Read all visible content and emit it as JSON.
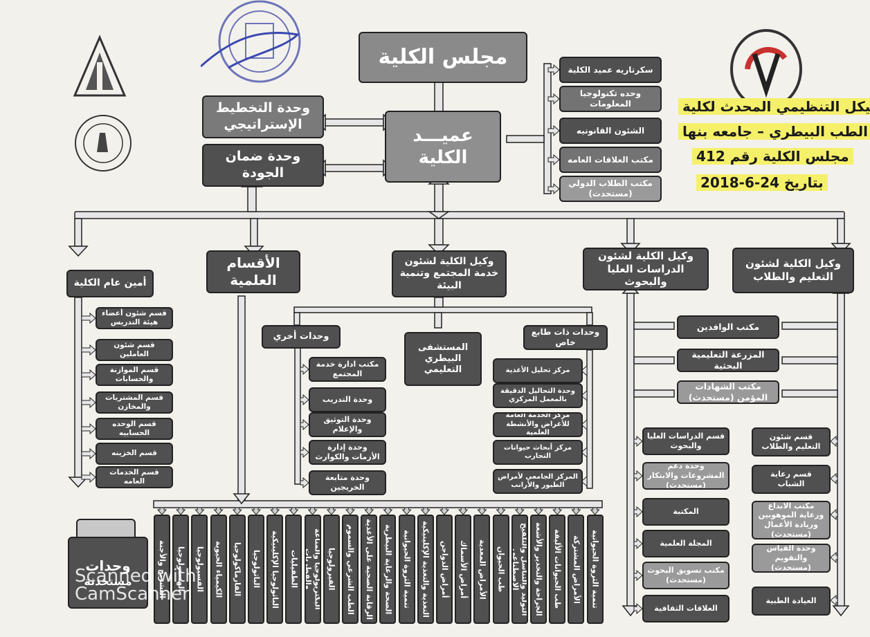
{
  "header": {
    "council": "مجلس الكلية",
    "dean": "عميـــد الكلية"
  },
  "title_block": {
    "line1": "الهيكل التنظيمي المحدث لكلية",
    "line2": "الطب البيطري – جامعه بنها",
    "line3": "مجلس الكلية رقم 412",
    "line4": "بتاريخ 24-6-2018"
  },
  "left_units": {
    "planning": "وحدة التخطيط الإستراتيجي",
    "quality": "وحدة ضمان الجودة"
  },
  "right_units": [
    "سكرتاريه عميد الكلية",
    "وحده تكنولوجيا المعلومات",
    "الشئون القانونيه",
    "مكتب العلاقات العامه",
    "مكتب الطلاب الدولي (مستحدث)"
  ],
  "branches": {
    "secretary": "أمين عام الكلية",
    "departments": "الأقسام العلمية",
    "community": "وكيل الكلية لشئون خدمة المجتمع وتنمية البيئة",
    "postgrad": "وكيل الكلية لشئون الدراسات العليا والبحوث",
    "education": "وكيل الكلية لشئون التعليم والطلاب"
  },
  "secretary_items": [
    "قسم شئون أعضاء هيئة التدريس",
    "قسم شئون العاملين",
    "قسم الموازنة والحسابات",
    "قسم المشتريات والمخازن",
    "قسم الوحده الحسابيه",
    "قسم الخزينه",
    "قسم الخدمات العامه"
  ],
  "community_sub": {
    "other_units": "وحدات أخري",
    "hospital": "المستشفى البيطري التعليمي",
    "special_units": "وحدات ذات طابع خاص"
  },
  "other_units_items": [
    "مكتب ادارة خدمة المجتمع",
    "وحدة التدريب",
    "وحدة التوثيق والإعلام",
    "وحدة إدارة الأزمات والكوارث",
    "وحدة متابعة الخريجين"
  ],
  "special_units_items": [
    "مركز تحليل الأغذية",
    "وحدة التحاليل الدقيقة بالمعمل المركزي",
    "مركز الخدمة العامة للأغراض والأنشطة العلمية",
    "مركز أبحاث حيوانات التجارب",
    "المركز الجامعي لأمراض الطيور والأرانب"
  ],
  "postgrad_top": [
    "مكتب الوافدين",
    "المزرعة التعليمية البحثية",
    "مكتب الشهادات المؤمن (مستحدث)"
  ],
  "postgrad_items": [
    "قسم الدراسات العليا والبحوث",
    "وحدة دعم المشروعات والابتكار (مستحدث)",
    "المكتبة",
    "المجلة العلمية",
    "مكتب تسويق البحوث (مستحدث)",
    "العلاقات الثقافية"
  ],
  "education_items": [
    "قسم شئون التعليم والطلاب",
    "قسم رعاية الشباب",
    "مكتب الابداع ورعاية الموهوبين وريادة الأعمال (مستحدث)",
    "وحدة القياس والتقويم (مستحدث)",
    "العيادة الطبية"
  ],
  "departments_list": [
    "التشريح والأجنة",
    "الهستولوجيا",
    "الفسيولوجيا",
    "الكيمياء الحيوية",
    "الفارماكولوجيا",
    "الباثولوجيا",
    "الباثولوجيا الإكلينيكية",
    "الطفيليات",
    "البكتريولوجيا والمناعة والفطريات",
    "الفيرولوجيا",
    "الطب الشرعي والسموم",
    "الرقابة الصحية على الأغذية",
    "الصحة والرعاية البيطرية",
    "تنمية الثروة الحيوانية",
    "التغذية والتغذية الإكلينيكية",
    "أمراض الدواجن",
    "أمراض الأسماك",
    "الأمراض المعدية",
    "طب الحيوان",
    "التوليد والتناسل والتلقيح الاصطناعي",
    "الجراحة والتخدير والأشعة",
    "طب الحيوانات الأليفة",
    "الأمراض المشتركة",
    "تنمية الثروة الحيوانية"
  ],
  "bottom_left": {
    "units": "وحدات",
    "note": "مستحدثة"
  },
  "watermark": {
    "line1": "Scanned with",
    "line2": "CamScanner"
  },
  "colors": {
    "highlight": "#f5f06a",
    "dark_box": "#505050",
    "light_box": "#9a9a9a"
  }
}
